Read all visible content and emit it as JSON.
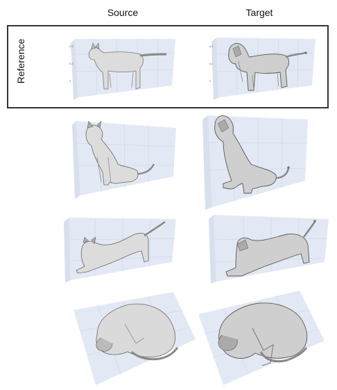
{
  "headers": {
    "source": "Source",
    "target": "Target"
  },
  "reference_label": "Reference",
  "rows": [
    {
      "row": "reference",
      "source_pose": "standing-cat",
      "target_pose": "standing-lion"
    },
    {
      "row": "sitting",
      "source_pose": "sitting-cat",
      "target_pose": "sitting-lion"
    },
    {
      "row": "stretching",
      "source_pose": "stretching-cat",
      "target_pose": "stretching-lion"
    },
    {
      "row": "curled",
      "source_pose": "curled-cat",
      "target_pose": "curled-lion"
    }
  ],
  "colors": {
    "grid_plane": "#e3e9f4",
    "grid_line": "#c9d3e6",
    "mesh_light": "#eeeeee",
    "mesh_dark": "#6e6e6e",
    "frame": "#333333"
  }
}
